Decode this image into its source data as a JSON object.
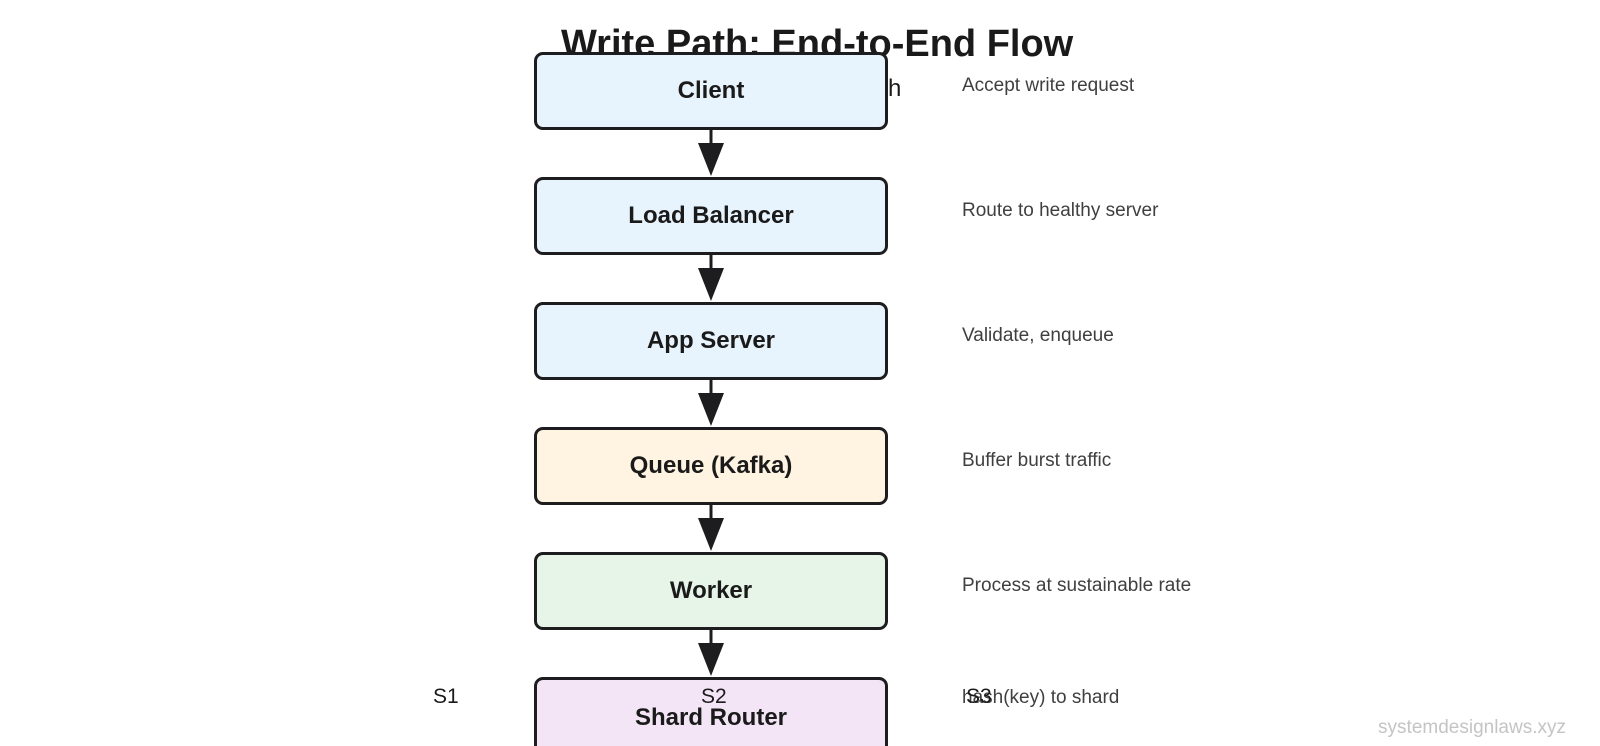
{
  "title": "Write Path: End-to-End Flow",
  "subtitle": "ath",
  "colors": {
    "client_fill": "#e7f3fd",
    "queue_fill": "#fff3e2",
    "worker_fill": "#e7f5e9",
    "router_fill": "#f3e4f6",
    "stroke": "#1d1d1f"
  },
  "steps": [
    {
      "label": "Client",
      "description": "Accept write request"
    },
    {
      "label": "Load Balancer",
      "description": "Route to healthy server"
    },
    {
      "label": "App Server",
      "description": "Validate, enqueue"
    },
    {
      "label": "Queue (Kafka)",
      "description": "Buffer burst traffic"
    },
    {
      "label": "Worker",
      "description": "Process at sustainable rate"
    },
    {
      "label": "Shard Router",
      "description": "hash(key) to shard"
    }
  ],
  "shards": [
    "S1",
    "S2",
    "S3"
  ],
  "watermark": "systemdesignlaws.xyz"
}
